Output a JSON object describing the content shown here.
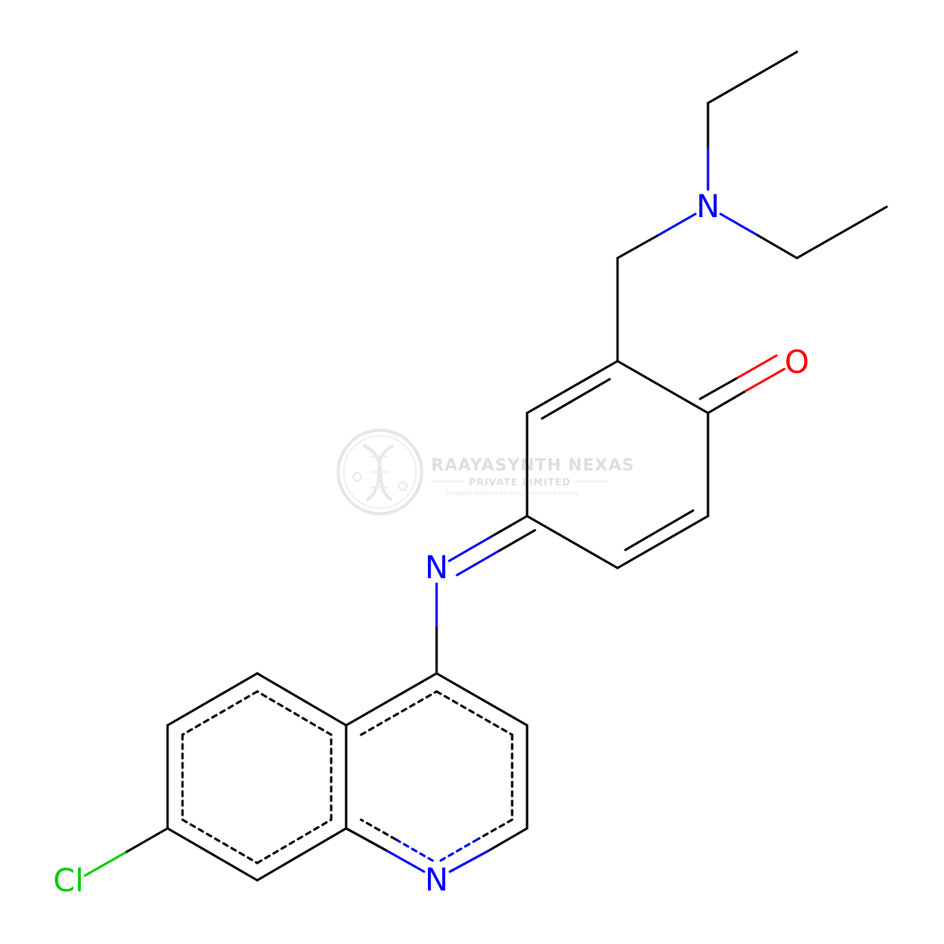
{
  "molecule": {
    "atom_labels": {
      "n_diethyl": "N",
      "o_carbonyl": "O",
      "n_imine": "N",
      "n_quinoline": "N",
      "cl": "Cl"
    },
    "colors": {
      "carbon": "#000000",
      "nitrogen": "#0000ff",
      "oxygen": "#ff0000",
      "chlorine": "#00cc00"
    }
  },
  "watermark": {
    "company": "RAAYASYNTH NEXAS",
    "subtitle": "PRIVATE LIMITED",
    "tagline": "Complete solutions for every molecule's journey",
    "colors": {
      "text": "#dedede",
      "logo": "#e6e6e6",
      "accent": "#e3ece3"
    }
  }
}
